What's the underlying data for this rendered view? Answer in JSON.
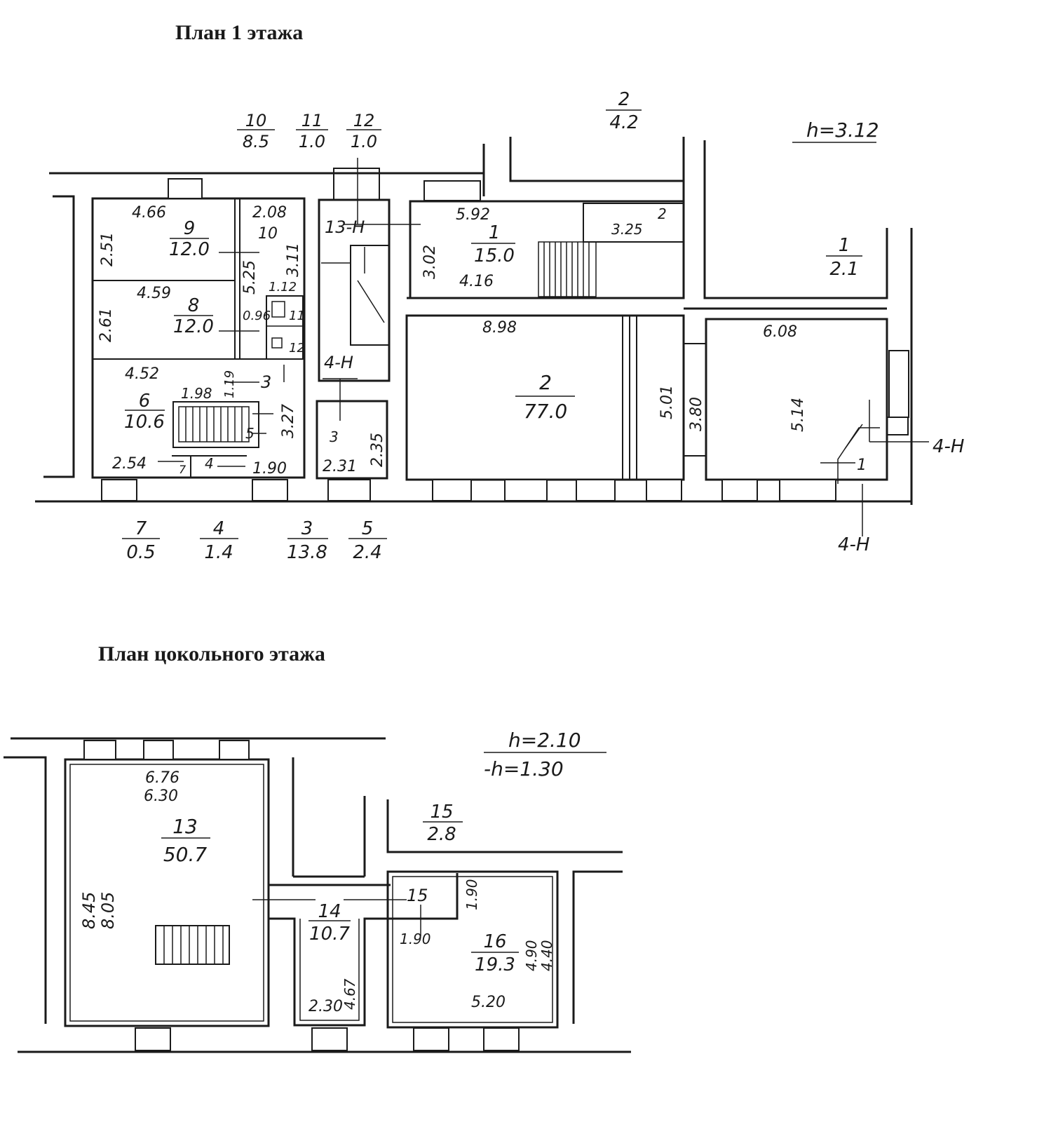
{
  "titles": {
    "floor1": "План 1 этажа",
    "basement": "План цокольного этажа"
  },
  "floor1": {
    "height": "h=3.12",
    "fractions": [
      {
        "num": "10",
        "den": "8.5"
      },
      {
        "num": "11",
        "den": "1.0"
      },
      {
        "num": "12",
        "den": "1.0"
      },
      {
        "num": "2",
        "den": "4.2"
      },
      {
        "num": "1",
        "den": "2.1"
      },
      {
        "num": "9",
        "den": "12.0"
      },
      {
        "num": "8",
        "den": "12.0"
      },
      {
        "num": "1",
        "den": "15.0"
      },
      {
        "num": "2",
        "den": "77.0"
      },
      {
        "num": "6",
        "den": "10.6"
      },
      {
        "num": "7",
        "den": "0.5"
      },
      {
        "num": "4",
        "den": "1.4"
      },
      {
        "num": "3",
        "den": "13.8"
      },
      {
        "num": "5",
        "den": "2.4"
      }
    ],
    "labels": [
      "4.66",
      "2.08",
      "10",
      "2.51",
      "3.11",
      "5.25",
      "1.12",
      "4.59",
      "2.61",
      "0.96",
      "11",
      "12",
      "4.52",
      "1.19",
      "3",
      "1.98",
      "3.27",
      "5",
      "2.54",
      "7",
      "4",
      "1.90",
      "13-Н",
      "4-Н",
      "3",
      "2.35",
      "2.31",
      "5.92",
      "2",
      "3.25",
      "3.02",
      "4.16",
      "8.98",
      "5.01",
      "3.80",
      "6.08",
      "5.14",
      "4-Н",
      "1",
      "4-Н"
    ]
  },
  "basement": {
    "height1": "h=2.10",
    "height2": "-h=1.30",
    "fractions": [
      {
        "num": "13",
        "den": "50.7"
      },
      {
        "num": "15",
        "den": "2.8"
      },
      {
        "num": "14",
        "den": "10.7"
      },
      {
        "num": "16",
        "den": "19.3"
      }
    ],
    "labels": [
      "6.76",
      "6.30",
      "8.45",
      "8.05",
      "15",
      "1.90",
      "1.90",
      "4.67",
      "2.30",
      "4.90",
      "4.40",
      "5.20"
    ]
  }
}
